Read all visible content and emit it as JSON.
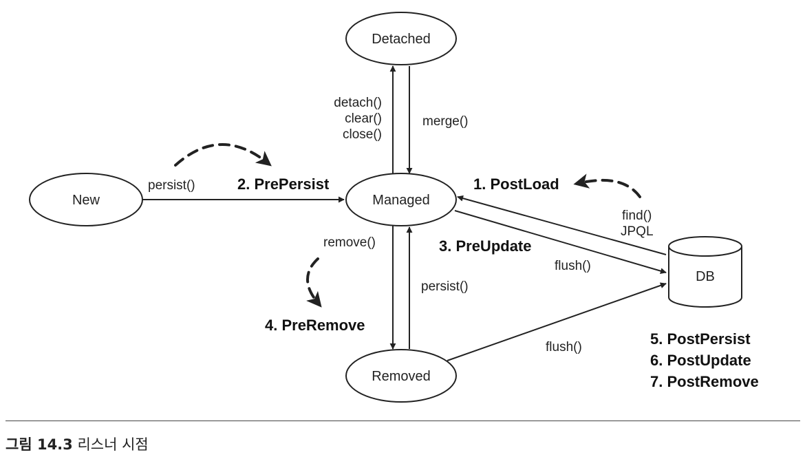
{
  "nodes": {
    "new": "New",
    "managed": "Managed",
    "detached": "Detached",
    "removed": "Removed",
    "db": "DB"
  },
  "operations": {
    "persist_from_new": "persist()",
    "detach_ops": [
      "detach()",
      "clear()",
      "close()"
    ],
    "merge": "merge()",
    "remove": "remove()",
    "persist_from_removed": "persist()",
    "flush_managed": "flush()",
    "flush_removed": "flush()",
    "find_ops": [
      "find()",
      "JPQL"
    ]
  },
  "events": {
    "post_load": "1. PostLoad",
    "pre_persist": "2. PrePersist",
    "pre_update": "3. PreUpdate",
    "pre_remove": "4. PreRemove",
    "post_list": [
      "5. PostPersist",
      "6. PostUpdate",
      "7. PostRemove"
    ]
  },
  "caption": {
    "number": "그림 14.3",
    "title": "리스너 시점"
  }
}
